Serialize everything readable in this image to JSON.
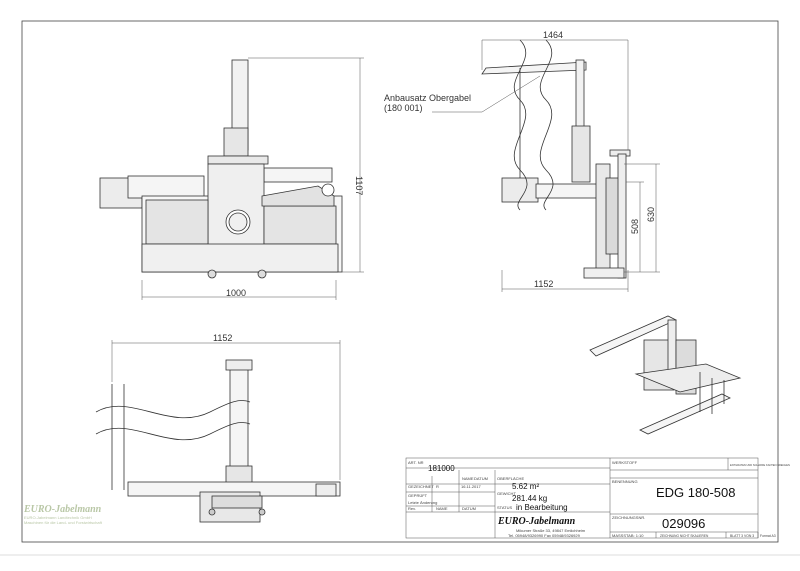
{
  "dimensions": {
    "front_width": "1000",
    "front_height": "1107",
    "side_width_top": "1464",
    "side_width_bottom": "1152",
    "side_height_1": "508",
    "side_height_2": "630",
    "top_width": "1152"
  },
  "callout": {
    "line1": "Anbausatz Obergabel",
    "line2": "(180 001)"
  },
  "title_block": {
    "art_nr_label": "ART. NR",
    "art_nr_value": "181000",
    "name_label": "NAME",
    "date_label": "DATUM",
    "surface_label": "OBERFLÄCHE",
    "surface_value": "5.62 m²",
    "drawn_label": "GEZEICHNET",
    "drawn_name": "R",
    "drawn_date": "16.11.2017",
    "checked_label": "GEPRÜFT",
    "weight_label": "GEWICHT",
    "weight_value": "281.44 kg",
    "change_label": "Letzte Änderung",
    "rev_label": "Rev.",
    "status_label": "STATUS",
    "status_value": "in Bearbeitung",
    "material_label": "WERKSTOFF",
    "deburr_label": "ENTGRATEN UND SCHARFE KANTEN BRECHEN",
    "designation_label": "BENENNUNG",
    "designation_value": "EDG 180-508",
    "drawing_no_label": "ZEICHNUNGSNR.",
    "drawing_no_value": "029096",
    "brand": "EURO-Jabelmann",
    "address": "Mikumer Straße 33, 49847 Emlichheim",
    "phone": "Tel. 05948/9326990 Fax 05948/9326929",
    "scale": "MASSSTAB: 1:10",
    "no_scale": "ZEICHNUNG NICHT SKALIEREN",
    "sheet": "BLATT 3 VON 3",
    "format": "Format A3"
  },
  "watermark": {
    "brand": "EURO-Jabelmann",
    "line1": "EURO-Jabelmann Landtechnik GmbH",
    "line2": "Maschinen für die Land- und Forstwirtschaft"
  }
}
